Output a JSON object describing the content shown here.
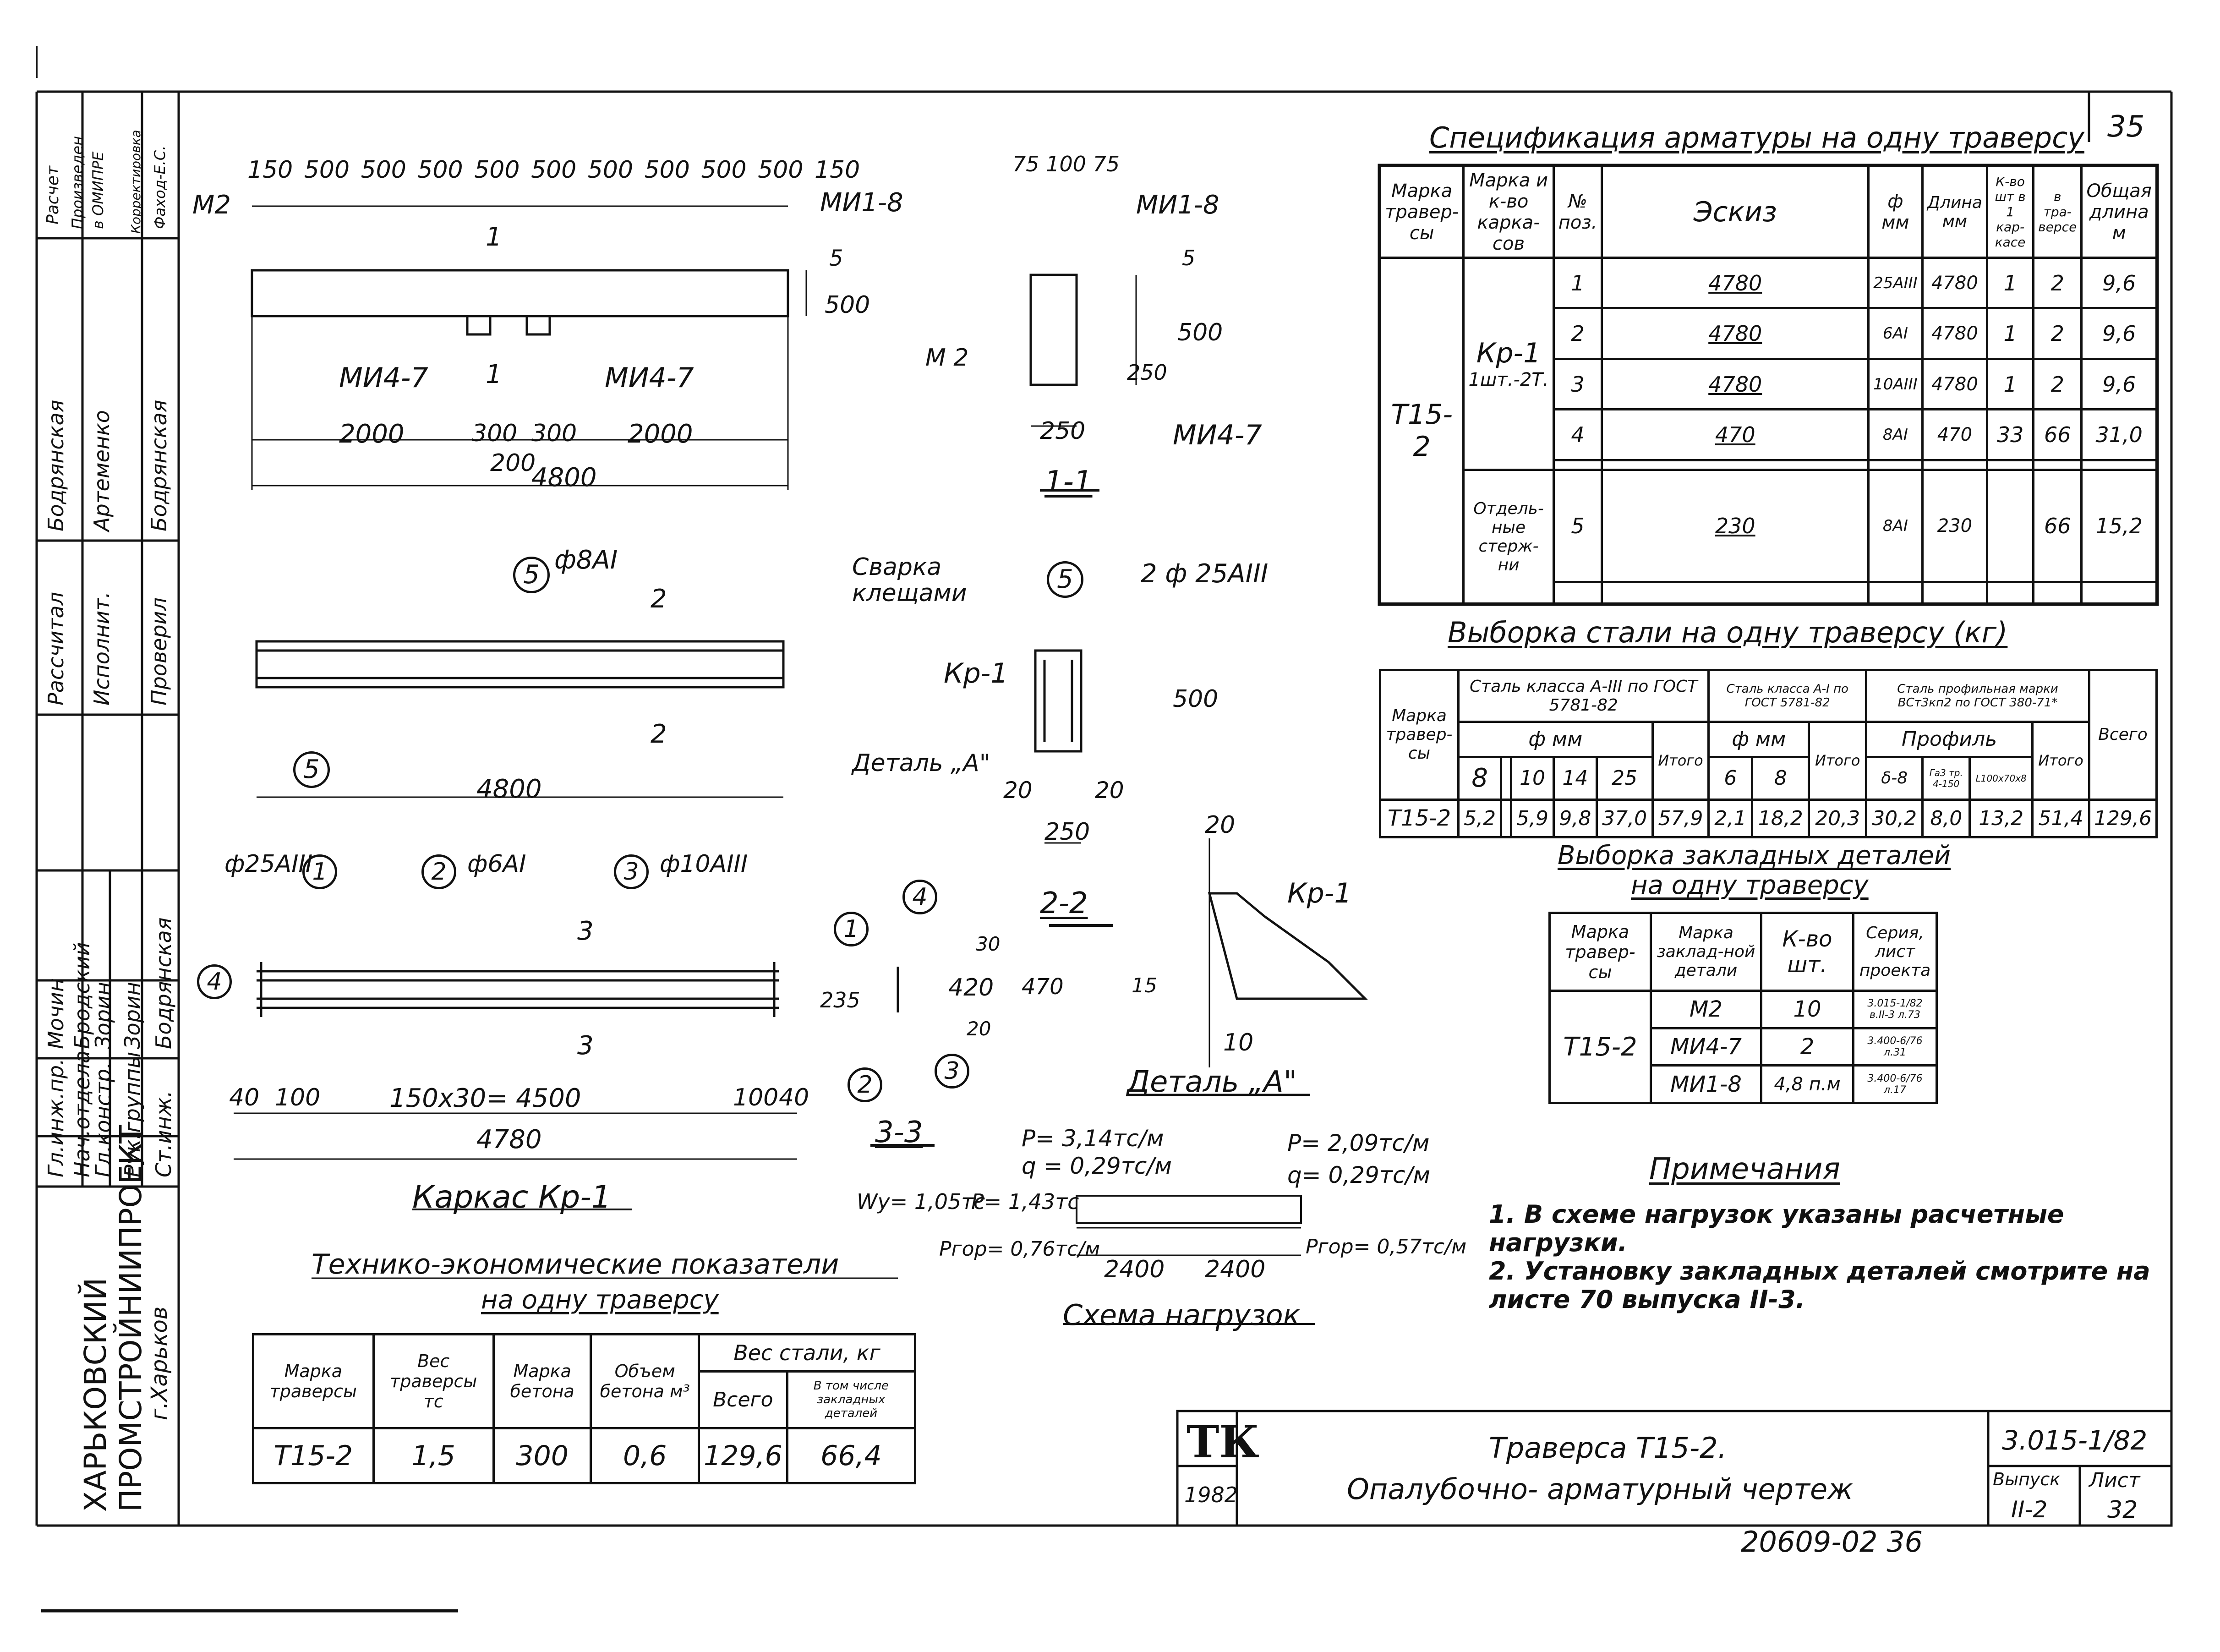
{
  "sheet_number_top": "35",
  "stamp": {
    "org_line1": "ХАРЬКОВСКИЙ",
    "org_line2": "ПРОМСТРОЙНИИПРОЕКТ",
    "city": "г.Харьков",
    "roles": [
      "Гл.инж.пр.",
      "Нач.отдела",
      "Гл.констр.",
      "Рук.группы",
      "Ст.инж."
    ],
    "names": [
      "Мочин",
      "Бродский",
      "Зорин",
      "Зорин",
      "Бодрянская"
    ],
    "upper_roles": [
      "Рассчитал",
      "Исполнит.",
      "Проверил"
    ],
    "upper_names": [
      "Бодрянская",
      "Артеменко",
      "Бодрянская"
    ],
    "top_headers": [
      "Расчет",
      "Произведен",
      "в ОМИПРЕ",
      "Корректировка",
      "Фаход-Е.С."
    ]
  },
  "drawing": {
    "top_dims": [
      "150",
      "500",
      "500",
      "500",
      "500",
      "500",
      "500",
      "500",
      "500",
      "500",
      "150"
    ],
    "m2": "М2",
    "mi1_8": "МИ1-8",
    "mi4_7_left": "МИ4-7",
    "mi4_7_right": "МИ4-7",
    "dim_5": "5",
    "dim_500": "500",
    "sec1": "1",
    "sec1b": "1",
    "bottom_dims": [
      "2000",
      "300",
      "300",
      "2000"
    ],
    "dim_200": "200",
    "dim_4800": "4800",
    "section_11": {
      "top_dims": [
        "75",
        "100",
        "75"
      ],
      "mi1_8": "МИ1-8",
      "m2": "М 2",
      "mi4_7": "МИ4-7",
      "dim_5": "5",
      "dim_500": "500",
      "dim_250v": "250",
      "dim_250": "250",
      "label": "1-1"
    },
    "plan": {
      "callout_5": "5",
      "rebar": "ф8АI",
      "sec2": "2",
      "sec2b": "2",
      "callout_5b": "5",
      "dim_4800": "4800"
    },
    "section_22": {
      "svarka_l1": "Сварка",
      "svarka_l2": "клещами",
      "callout_5": "5",
      "rebar": "2 ф 25АIII",
      "kr1": "Кр-1",
      "detail": "Деталь „А\"",
      "dim_500": "500",
      "dim_20a": "20",
      "dim_20b": "20",
      "dim_250": "250",
      "label": "2-2"
    },
    "frame": {
      "r1": "ф25АIII",
      "c1": "1",
      "r2": "ф6АI",
      "c2": "2",
      "r3": "ф10АIII",
      "c3": "3",
      "c4": "4",
      "sec3": "3",
      "sec3b": "3",
      "dim_40a": "40",
      "dim_100a": "100",
      "dim_mid": "150x30= 4500",
      "dim_100b": "100",
      "dim_40b": "40",
      "dim_4780": "4780",
      "title": "Каркас Кр-1"
    },
    "section_33": {
      "c1": "1",
      "c4": "4",
      "c2": "2",
      "c3": "3",
      "dim_30": "30",
      "dim_420": "420",
      "dim_470": "470",
      "dim_235": "235",
      "dim_20": "20",
      "label": "3-3"
    },
    "detail_a": {
      "dim_20": "20",
      "kr1": "Кр-1",
      "dim_15": "15",
      "dim_10": "10",
      "label": "Деталь „А\""
    },
    "loads": {
      "p_left": "P= 3,14тс/м",
      "q_left": "q = 0,29тс/м",
      "p_right": "P= 2,09тс/м",
      "q_right": "q= 0,29тс/м",
      "wy": "Wy= 1,05тс",
      "p_mid": "P= 1,43тс",
      "pgor_left": "Pгор= 0,76тс/м",
      "pgor_right": "Pгор= 0,57тс/м",
      "dim_2400a": "2400",
      "dim_2400b": "2400",
      "title": "Схема нагрузок"
    }
  },
  "spec": {
    "title": "Спецификация арматуры на одну траверсу",
    "headers": [
      "Марка травер-сы",
      "Марка и к-во карка-сов",
      "№ поз.",
      "Эскиз",
      "ф мм",
      "Длина мм",
      "К-во шт в 1 кар-касе",
      "в тра-версе",
      "Общая длина м"
    ],
    "marka": "Т15-2",
    "karkas": "Кр-1",
    "karkas_qty": "1шт.-2Т.",
    "otdel": "Отдель-ные стерж-ни",
    "rows": [
      {
        "pos": "1",
        "sketch": "4780",
        "d": "25АIII",
        "len": "4780",
        "k1": "1",
        "k2": "2",
        "total": "9,6"
      },
      {
        "pos": "2",
        "sketch": "4780",
        "d": "6АI",
        "len": "4780",
        "k1": "1",
        "k2": "2",
        "total": "9,6"
      },
      {
        "pos": "3",
        "sketch": "4780",
        "d": "10АIII",
        "len": "4780",
        "k1": "1",
        "k2": "2",
        "total": "9,6"
      },
      {
        "pos": "4",
        "sketch": "470",
        "d": "8АI",
        "len": "470",
        "k1": "33",
        "k2": "66",
        "total": "31,0"
      },
      {
        "pos": "5",
        "sketch": "230",
        "d": "8АI",
        "len": "230",
        "k1": "",
        "k2": "66",
        "total": "15,2"
      }
    ]
  },
  "steel": {
    "title": "Выборка стали на одну траверсу (кг)",
    "h_marka": "Марка травер-сы",
    "h_a3": "Сталь класса А-III по ГОСТ 5781-82",
    "h_a1": "Сталь класса А-I по ГОСТ 5781-82",
    "h_prof": "Сталь профильная марки ВСт3кп2 по ГОСТ 380-71*",
    "h_fmm": "ф мм",
    "h_fmm2": "ф мм",
    "h_profil": "Профиль",
    "h_itogo1": "Итого",
    "h_itogo2": "Итого",
    "h_itogo3": "Итого",
    "h_vsego": "Всего",
    "sizes": [
      "8",
      "",
      "10",
      "14",
      "25",
      "6",
      "8",
      "δ-8",
      "Га3 тр. 4-150",
      "L100х70х8"
    ],
    "row": [
      "Т15-2",
      "5,2",
      "",
      "5,9",
      "9,8",
      "37,0",
      "57,9",
      "2,1",
      "18,2",
      "20,3",
      "30,2",
      "8,0",
      "13,2",
      "51,4",
      "129,6"
    ]
  },
  "embed": {
    "title1": "Выборка закладных деталей",
    "title2": "на одну траверсу",
    "headers": [
      "Марка травер-сы",
      "Марка заклад-ной детали",
      "К-во шт.",
      "Серия, лист проекта"
    ],
    "marka": "Т15-2",
    "rows": [
      {
        "name": "М2",
        "qty": "10",
        "series": "3.015-1/82 в.II-3 л.73"
      },
      {
        "name": "МИ4-7",
        "qty": "2",
        "series": "3.400-6/76 л.31"
      },
      {
        "name": "МИ1-8",
        "qty": "4,8 п.м",
        "series": "3.400-6/76 л.17"
      }
    ]
  },
  "notes": {
    "title": "Примечания",
    "lines": [
      "1. В схеме нагрузок указаны расчетные",
      "нагрузки.",
      "2. Установку закладных деталей смотрите на",
      "листе 70 выпуска II-3."
    ]
  },
  "tech": {
    "title1": "Технико-экономические показатели",
    "title2": "на одну траверсу",
    "headers": [
      "Марка траверсы",
      "Вес траверсы тс",
      "Марка бетона",
      "Объем бетона м³",
      "Вес стали, кг",
      "Всего",
      "В том числе закладных деталей"
    ],
    "row": [
      "Т15-2",
      "1,5",
      "300",
      "0,6",
      "129,6",
      "66,4"
    ]
  },
  "titleblock": {
    "logo": "ТК",
    "year": "1982",
    "title": "Траверса Т15-2.",
    "subtitle": "Опалубочно- арматурный чертеж",
    "code": "3.015-1/82",
    "h_vypusk": "Выпуск",
    "h_list": "Лист",
    "vypusk": "II-2",
    "list": "32"
  },
  "bottom_code": "20609-02 36"
}
